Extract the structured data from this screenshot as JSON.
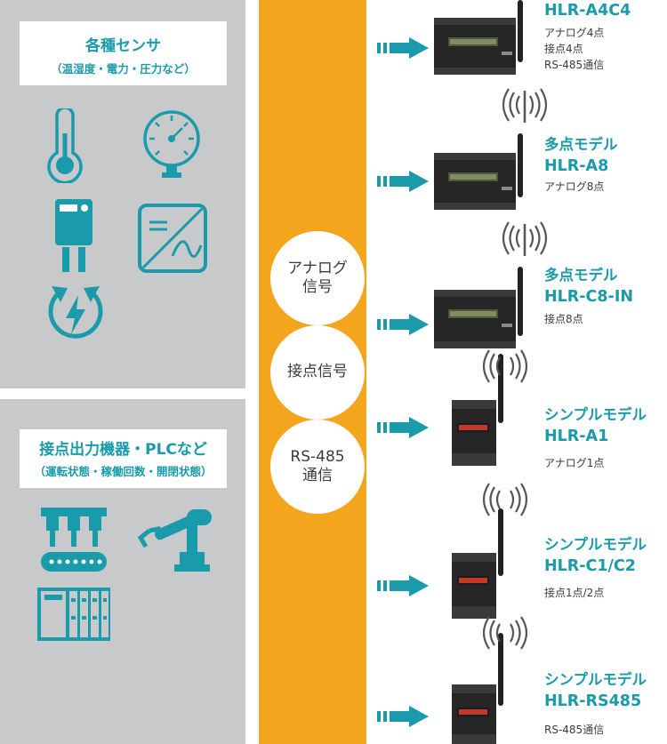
{
  "sensors": {
    "title": "各種センサ",
    "subtitle": "（温湿度・電力・圧力など）",
    "icons": [
      "thermometer-icon",
      "pressure-gauge-icon",
      "power-meter-icon",
      "signal-converter-icon",
      "power-cycle-icon"
    ]
  },
  "plc": {
    "title": "接点出力機器・PLCなど",
    "subtitle": "（運転状態・稼働回数・開閉状態）",
    "icons": [
      "production-line-icon",
      "robot-arm-icon",
      "plc-icon"
    ]
  },
  "signals": {
    "analog": [
      "アナログ",
      "信号"
    ],
    "contact": [
      "接点信号"
    ],
    "rs485": [
      "RS-485",
      "通信"
    ]
  },
  "devices": [
    {
      "title": "",
      "model": "HLR-A4C4",
      "specs": [
        "アナログ4点",
        "接点4点",
        "RS-485通信"
      ]
    },
    {
      "title": "多点モデル",
      "model": "HLR-A8",
      "specs": [
        "アナログ8点"
      ]
    },
    {
      "title": "多点モデル",
      "model": "HLR-C8-IN",
      "specs": [
        "接点8点"
      ]
    },
    {
      "title": "シンプルモデル",
      "model": "HLR-A1",
      "specs": [
        "アナログ1点"
      ]
    },
    {
      "title": "シンプルモデル",
      "model": "HLR-C1/C2",
      "specs": [
        "接点1点/2点"
      ]
    },
    {
      "title": "シンプルモデル",
      "model": "HLR-RS485",
      "specs": [
        "RS-485通信"
      ]
    }
  ],
  "colors": {
    "accent": "#1a9bab",
    "bus": "#f3a61d",
    "panel": "#c8c9ca",
    "text": "#3c3c3c"
  }
}
